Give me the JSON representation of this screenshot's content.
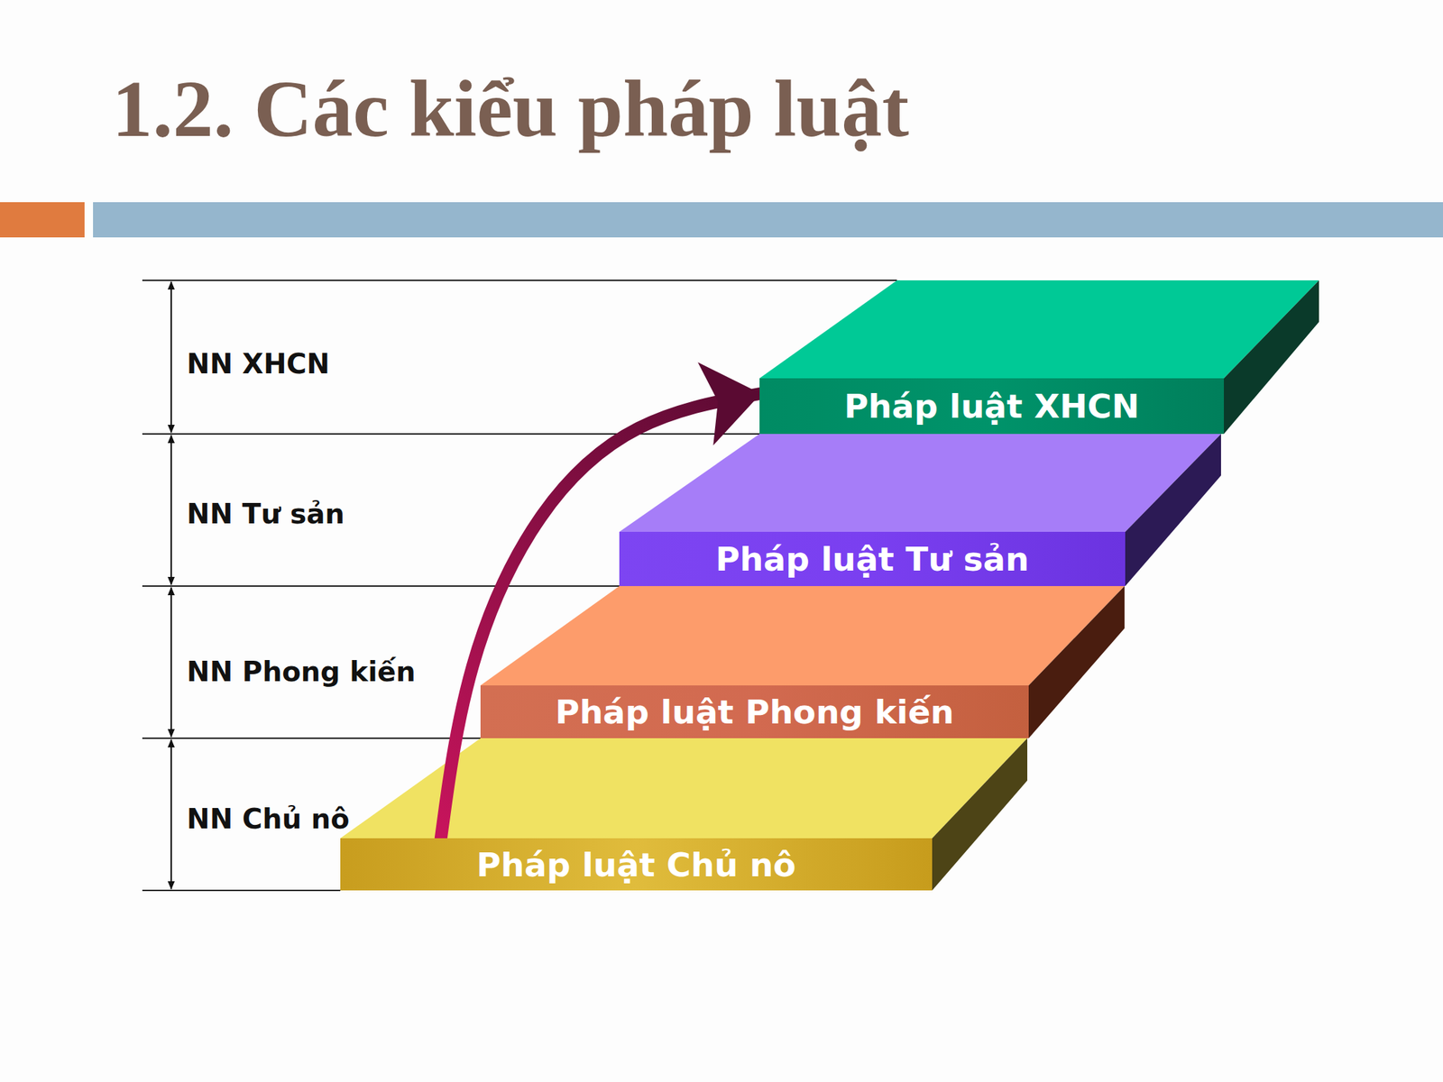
{
  "diagram": {
    "title": "1.2. Các kiểu pháp luật",
    "nodes": [
      {
        "text": [
          "Pháp luật XHCN"
        ]
      },
      {
        "text": [
          "Pháp luật Tư sản"
        ]
      },
      {
        "text": [
          "Pháp luật Phong kiến"
        ]
      },
      {
        "text": [
          "Pháp luật Chủ nô"
        ]
      }
    ],
    "edges": [
      {
        "from": 3,
        "to": 0,
        "arrow": "to"
      }
    ],
    "labels": [
      "NN XHCN",
      "NN Tư sản",
      "NN Phong kiến",
      "NN Chủ nô"
    ]
  }
}
